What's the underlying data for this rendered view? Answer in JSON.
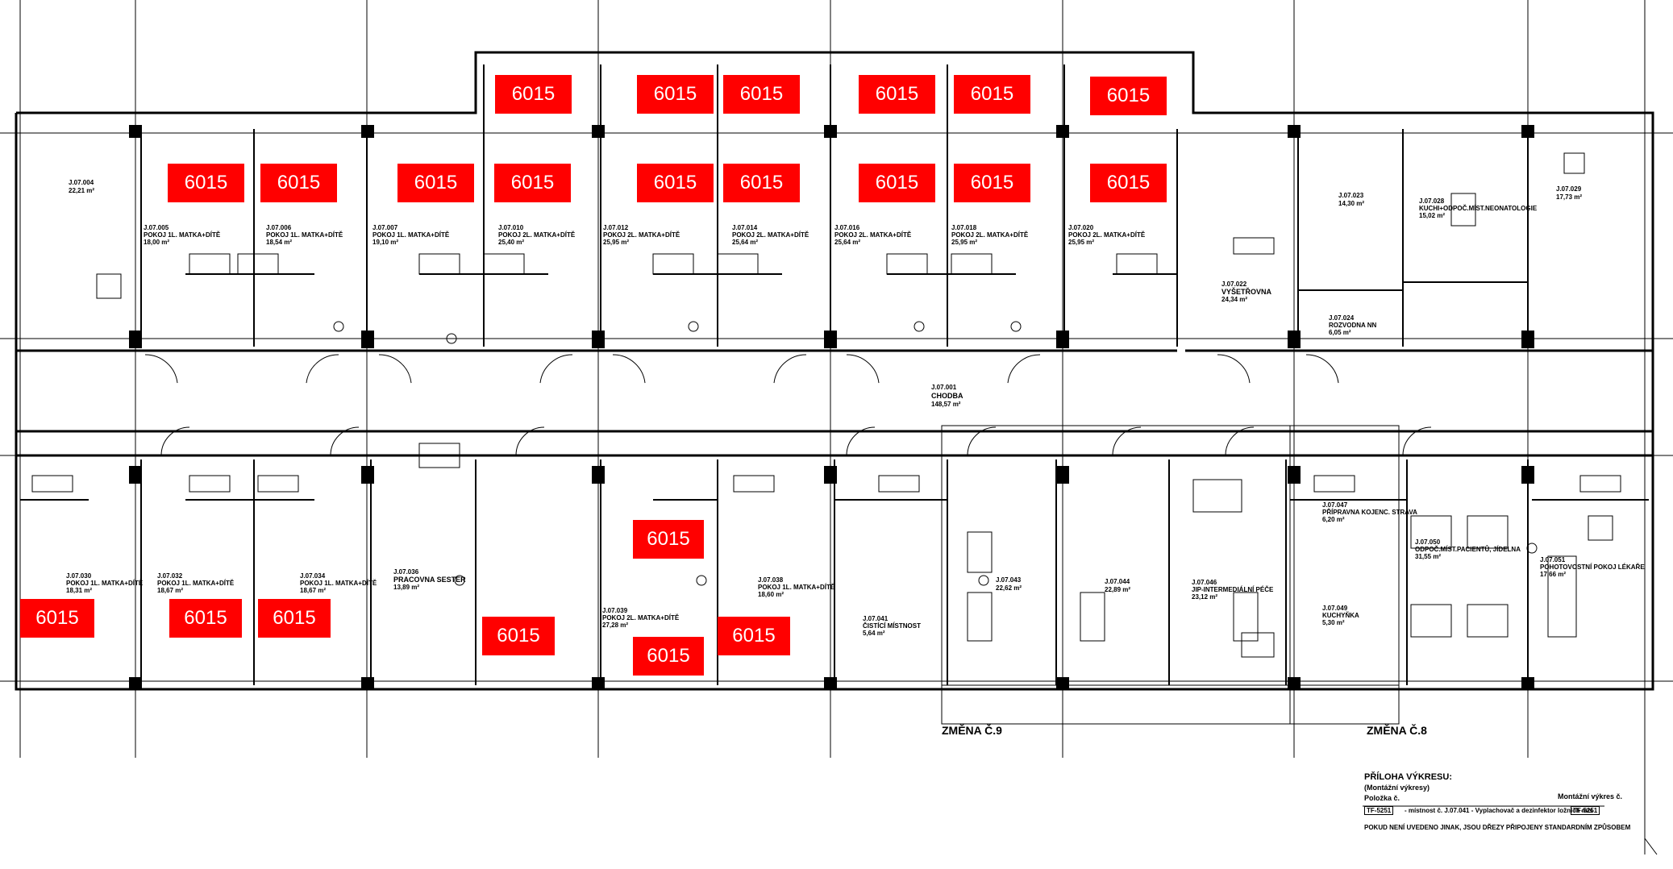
{
  "marker_label": "6015",
  "colors": {
    "marker": "#ff0000",
    "lines": "#000000"
  },
  "corridor": {
    "code": "J.07.001",
    "name": "CHODBA",
    "area": "148,57 m²"
  },
  "rooms_top": [
    {
      "code": "J.07.004",
      "name": "",
      "area": "22,21 m²"
    },
    {
      "code": "J.07.005",
      "name": "POKOJ 1L. MATKA+DÍTĚ",
      "area": "18,00 m²"
    },
    {
      "code": "J.07.006",
      "name": "POKOJ 1L. MATKA+DÍTĚ",
      "area": "18,54 m²"
    },
    {
      "code": "J.07.007",
      "name": "POKOJ 1L. MATKA+DÍTĚ",
      "area": "19,10 m²"
    },
    {
      "code": "J.07.010",
      "name": "POKOJ 2L. MATKA+DÍTĚ",
      "area": "25,40 m²"
    },
    {
      "code": "J.07.012",
      "name": "POKOJ 2L. MATKA+DÍTĚ",
      "area": "25,95 m²"
    },
    {
      "code": "J.07.014",
      "name": "POKOJ 2L. MATKA+DÍTĚ",
      "area": "25,64 m²"
    },
    {
      "code": "J.07.016",
      "name": "POKOJ 2L. MATKA+DÍTĚ",
      "area": "25,64 m²"
    },
    {
      "code": "J.07.018",
      "name": "POKOJ 2L. MATKA+DÍTĚ",
      "area": "25,95 m²"
    },
    {
      "code": "J.07.020",
      "name": "POKOJ 2L. MATKA+DÍTĚ",
      "area": "25,95 m²"
    },
    {
      "code": "J.07.022",
      "name": "VYŠETŘOVNA",
      "area": "24,34 m²"
    },
    {
      "code": "J.07.024",
      "name": "ROZVODNA NN",
      "area": "6,05 m²"
    },
    {
      "code": "J.07.023",
      "name": "",
      "area": "14,30 m²"
    },
    {
      "code": "J.07.028",
      "name": "KUCHI+ODPOČ.MÍST.NEONATOLOGIE",
      "area": "15,02 m²"
    },
    {
      "code": "J.07.029",
      "name": "",
      "area": "17,73 m²"
    }
  ],
  "rooms_bottom": [
    {
      "code": "J.07.030",
      "name": "POKOJ 1L. MATKA+DÍTĚ",
      "area": "18,31 m²"
    },
    {
      "code": "J.07.032",
      "name": "POKOJ 1L. MATKA+DÍTĚ",
      "area": "18,67 m²"
    },
    {
      "code": "J.07.034",
      "name": "POKOJ 1L. MATKA+DÍTĚ",
      "area": "18,67 m²"
    },
    {
      "code": "J.07.036",
      "name": "PRACOVNA SESTER",
      "area": "13,89 m²"
    },
    {
      "code": "J.07.039",
      "name": "POKOJ 2L. MATKA+DÍTĚ",
      "area": "27,28 m²"
    },
    {
      "code": "J.07.038",
      "name": "POKOJ 1L. MATKA+DÍTĚ",
      "area": "18,60 m²"
    },
    {
      "code": "J.07.041",
      "name": "ČISTÍCÍ MÍSTNOST",
      "area": "5,64 m²"
    },
    {
      "code": "J.07.043",
      "name": "",
      "area": "22,62 m²"
    },
    {
      "code": "J.07.044",
      "name": "",
      "area": "22,89 m²"
    },
    {
      "code": "J.07.046",
      "name": "JIP-INTERMEDIÁLNÍ PÉČE",
      "area": "23,12 m²"
    },
    {
      "code": "J.07.047",
      "name": "PŘÍPRAVNA KOJENC. STRAVA",
      "area": "6,20 m²"
    },
    {
      "code": "J.07.049",
      "name": "KUCHYŇKA",
      "area": "5,30 m²"
    },
    {
      "code": "J.07.050",
      "name": "ODPOČ.MÍST.PACIENTŮ, JÍDELNA",
      "area": "31,55 m²"
    },
    {
      "code": "J.07.051",
      "name": "POHOTOVOSTNÍ POKOJ LÉKAŘE",
      "area": "17,66 m²"
    }
  ],
  "change_notes": [
    "ZMĚNA Č.9",
    "ZMĚNA Č.8"
  ],
  "legend": {
    "title": "PŘÍLOHA VÝKRESU:",
    "subtitle": "(Montážní výkresy)",
    "item_label": "Položka č.",
    "drawing_label": "Montážní výkres č.",
    "item_code": "TF-5251",
    "item_desc": "- místnost č. J.07.041 - Vyplachovač a dezinfektor ložních mís",
    "drawing_code": "TF-5251",
    "footnote": "POKUD NENÍ UVEDENO JINAK, JSOU DŘEZY PŘIPOJENY STANDARDNÍM ZPŮSOBEM"
  }
}
